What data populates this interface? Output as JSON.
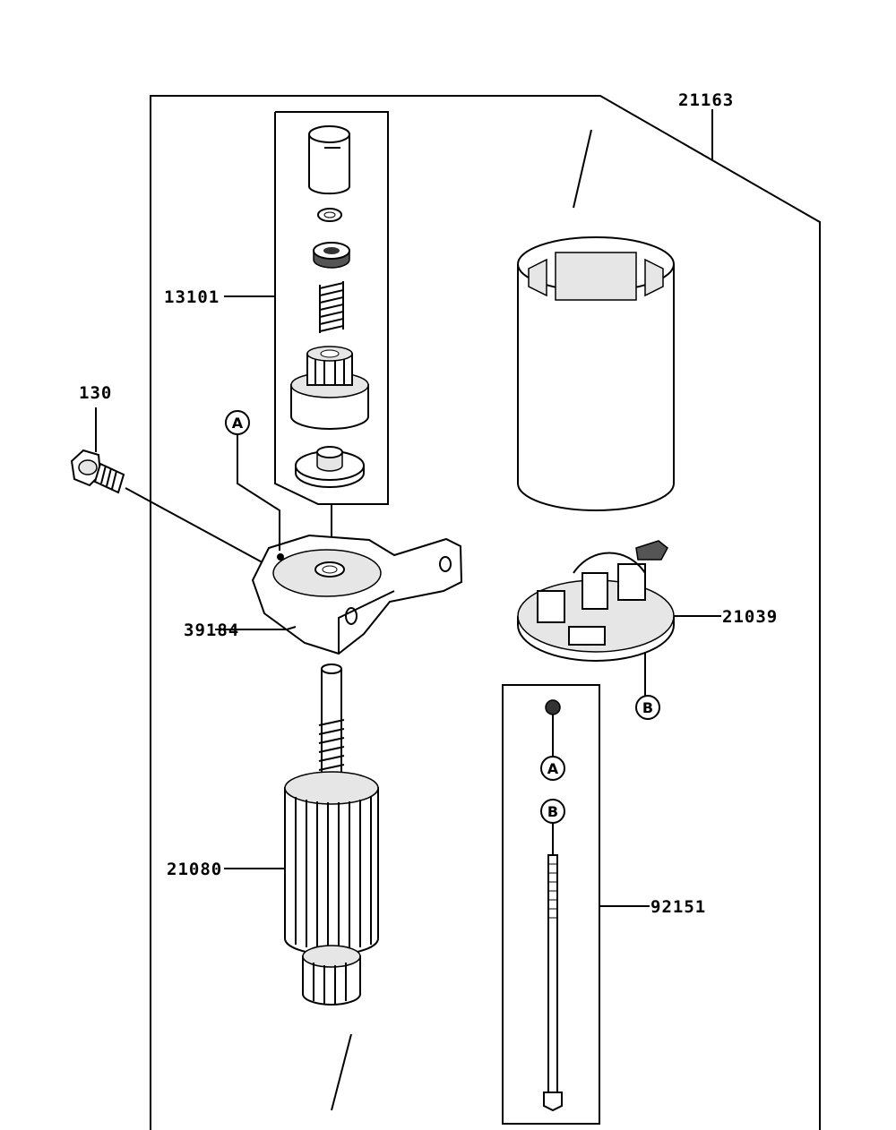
{
  "labels": {
    "assembly": "21163",
    "drive_kit": "13101",
    "bolt": "130",
    "bracket": "39184",
    "armature": "21080",
    "brush_plate": "21039",
    "through_bolt": "92151"
  },
  "markers": {
    "a_bracket": "A",
    "b_brush": "B",
    "a_kit": "A",
    "b_kit": "B"
  }
}
